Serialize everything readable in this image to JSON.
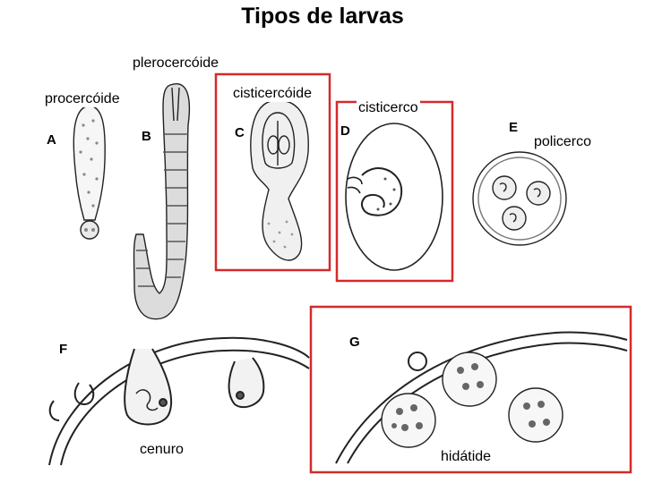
{
  "title": "Tipos de larvas",
  "labels": {
    "procercoide": "procercóide",
    "plerocercoide": "plerocercóide",
    "cisticercoide": "cisticercóide",
    "cisticerco": "cisticerco",
    "policerco": "policerco",
    "cenuro": "cenuro",
    "hidatide": "hidátide"
  },
  "figure_letters": [
    "A",
    "B",
    "C",
    "D",
    "E",
    "F",
    "G"
  ],
  "colors": {
    "highlight_box": "#d42a2a",
    "ink": "#222222"
  }
}
